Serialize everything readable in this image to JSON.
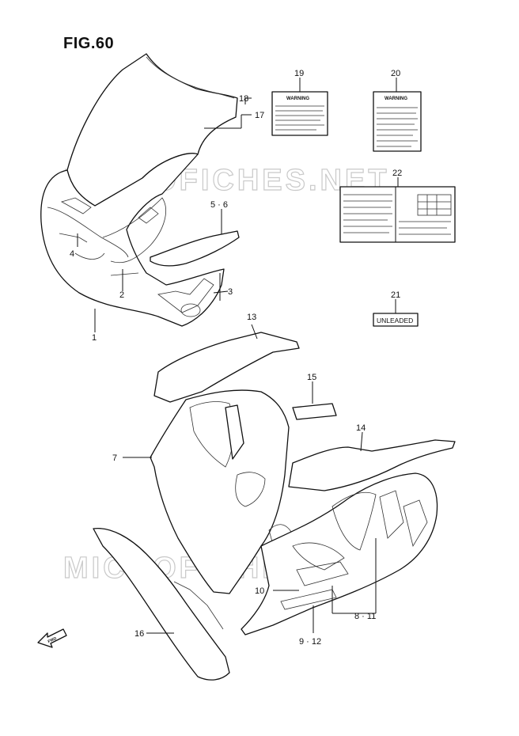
{
  "figure": {
    "title": "FIG.60"
  },
  "watermark": "MICROFICHES.NET",
  "labels": {
    "l1": "1",
    "l2": "2",
    "l3": "3",
    "l4": "4",
    "l5_6": "5 · 6",
    "l7": "7",
    "l8_11": "8 · 11",
    "l9_12": "9 · 12",
    "l10": "10",
    "l13": "13",
    "l14": "14",
    "l15": "15",
    "l16": "16",
    "l17": "17",
    "l18": "18",
    "l19": "19",
    "l20": "20",
    "l21": "21",
    "l22": "22"
  },
  "decals": {
    "warning": "WARNING",
    "unleaded": "UNLEADED"
  },
  "fwd": "FWD"
}
